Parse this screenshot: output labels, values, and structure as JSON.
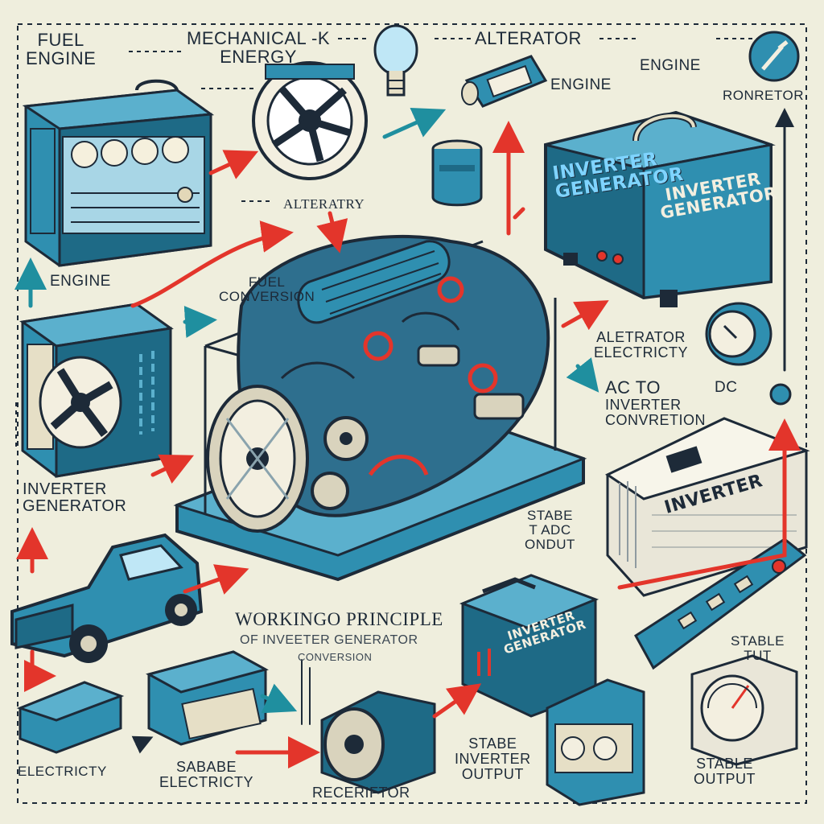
{
  "colors": {
    "background": "#efeedd",
    "teal": "#2f8fb0",
    "teal_dark": "#1e6a86",
    "navy": "#1d2a38",
    "arrow_red": "#e3352b",
    "arrow_teal": "#1f8f9f",
    "label_blue": "#7fd4ff"
  },
  "labels": {
    "fuel_engine": "FUEL\nENGINE",
    "mechanical_energy": "MECHANICAL -K\nENERGY",
    "alternator_top": "ALTERATOR",
    "engine_top_right": "ENGINE",
    "engine_mid": "ENGINE",
    "ronretor": "RONRETOR",
    "alteratry": "ALTERATRY",
    "engine_left": "ENGINE",
    "fuel_conversion": "FUEL\nCONVERSION",
    "altetrator_electricity": "ALETRATOR\nELECTRICTY",
    "ac_to": "AC    TO",
    "dc": "DC",
    "inverter_conversion": "INVERTER\nCONVRETION",
    "inverter_generator_left": "INVERTER\nGENERATOR",
    "stabe_adc_output": "STABE\nT ADC\nONDUT",
    "working_principle": "WORKINGO PRINCIPLE",
    "of_inverter_generator": "OF INVEETER GENERATOR",
    "conversion_small": "CONVERSION",
    "stable_tut": "STABLE\nTUT",
    "electricty_bottom": "ELECTRICTY",
    "sabable_electricity": "SABABE\nELECTRICTY",
    "receriftor": "RECERIFTOR",
    "stabe_inverter_output": "STABE\nINVERTER\nOUTPUT",
    "stable_output": "STABLE\nOUTPUT"
  },
  "badges": {
    "inverter_generator_big": "INVERTER\nGENERATOR",
    "inverter_generator_big_side": "INVERTER\nGENERATOR",
    "inverter_box": "INVERTER",
    "inverter_generator_small": "INVERTER\nGENERATOR"
  }
}
